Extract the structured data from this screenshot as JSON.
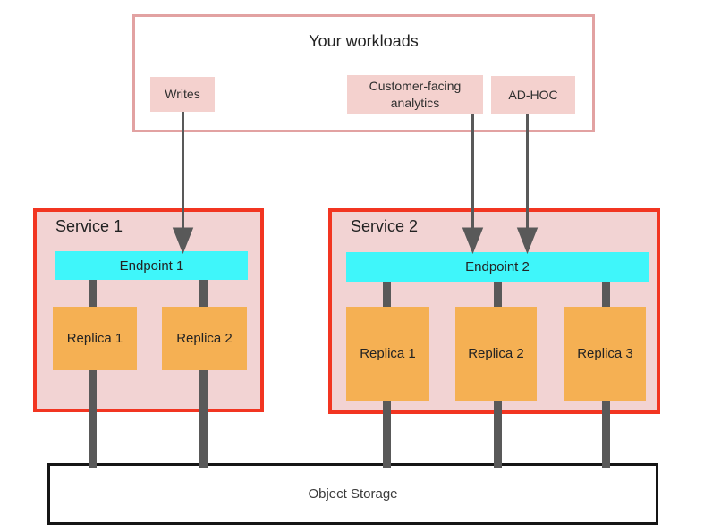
{
  "workloads": {
    "title": "Your workloads",
    "items": [
      {
        "label": "Writes"
      },
      {
        "label": "Customer-facing analytics"
      },
      {
        "label": "AD-HOC"
      }
    ]
  },
  "services": [
    {
      "name": "Service 1",
      "endpoint": "Endpoint 1",
      "replicas": [
        "Replica 1",
        "Replica 2"
      ]
    },
    {
      "name": "Service 2",
      "endpoint": "Endpoint 2",
      "replicas": [
        "Replica 1",
        "Replica 2",
        "Replica 3"
      ]
    }
  ],
  "storage": {
    "label": "Object Storage"
  },
  "edges": [
    {
      "from": "Writes",
      "to": "Endpoint 1"
    },
    {
      "from": "Customer-facing analytics",
      "to": "Endpoint 2"
    },
    {
      "from": "AD-HOC",
      "to": "Endpoint 2"
    },
    {
      "from": "Endpoint 1 / Replica 1",
      "to": "Object Storage"
    },
    {
      "from": "Endpoint 1 / Replica 2",
      "to": "Object Storage"
    },
    {
      "from": "Endpoint 2 / Replica 1",
      "to": "Object Storage"
    },
    {
      "from": "Endpoint 2 / Replica 2",
      "to": "Object Storage"
    },
    {
      "from": "Endpoint 2 / Replica 3",
      "to": "Object Storage"
    }
  ],
  "colors": {
    "workloads_border": "#e2a2a2",
    "workload_item_bg": "#f4d1ce",
    "service_border": "#f23521",
    "service_bg": "#f2d3d3",
    "endpoint_bg": "#3ff6fa",
    "replica_bg": "#f5b053",
    "connector": "#595959",
    "storage_border": "#151515"
  }
}
